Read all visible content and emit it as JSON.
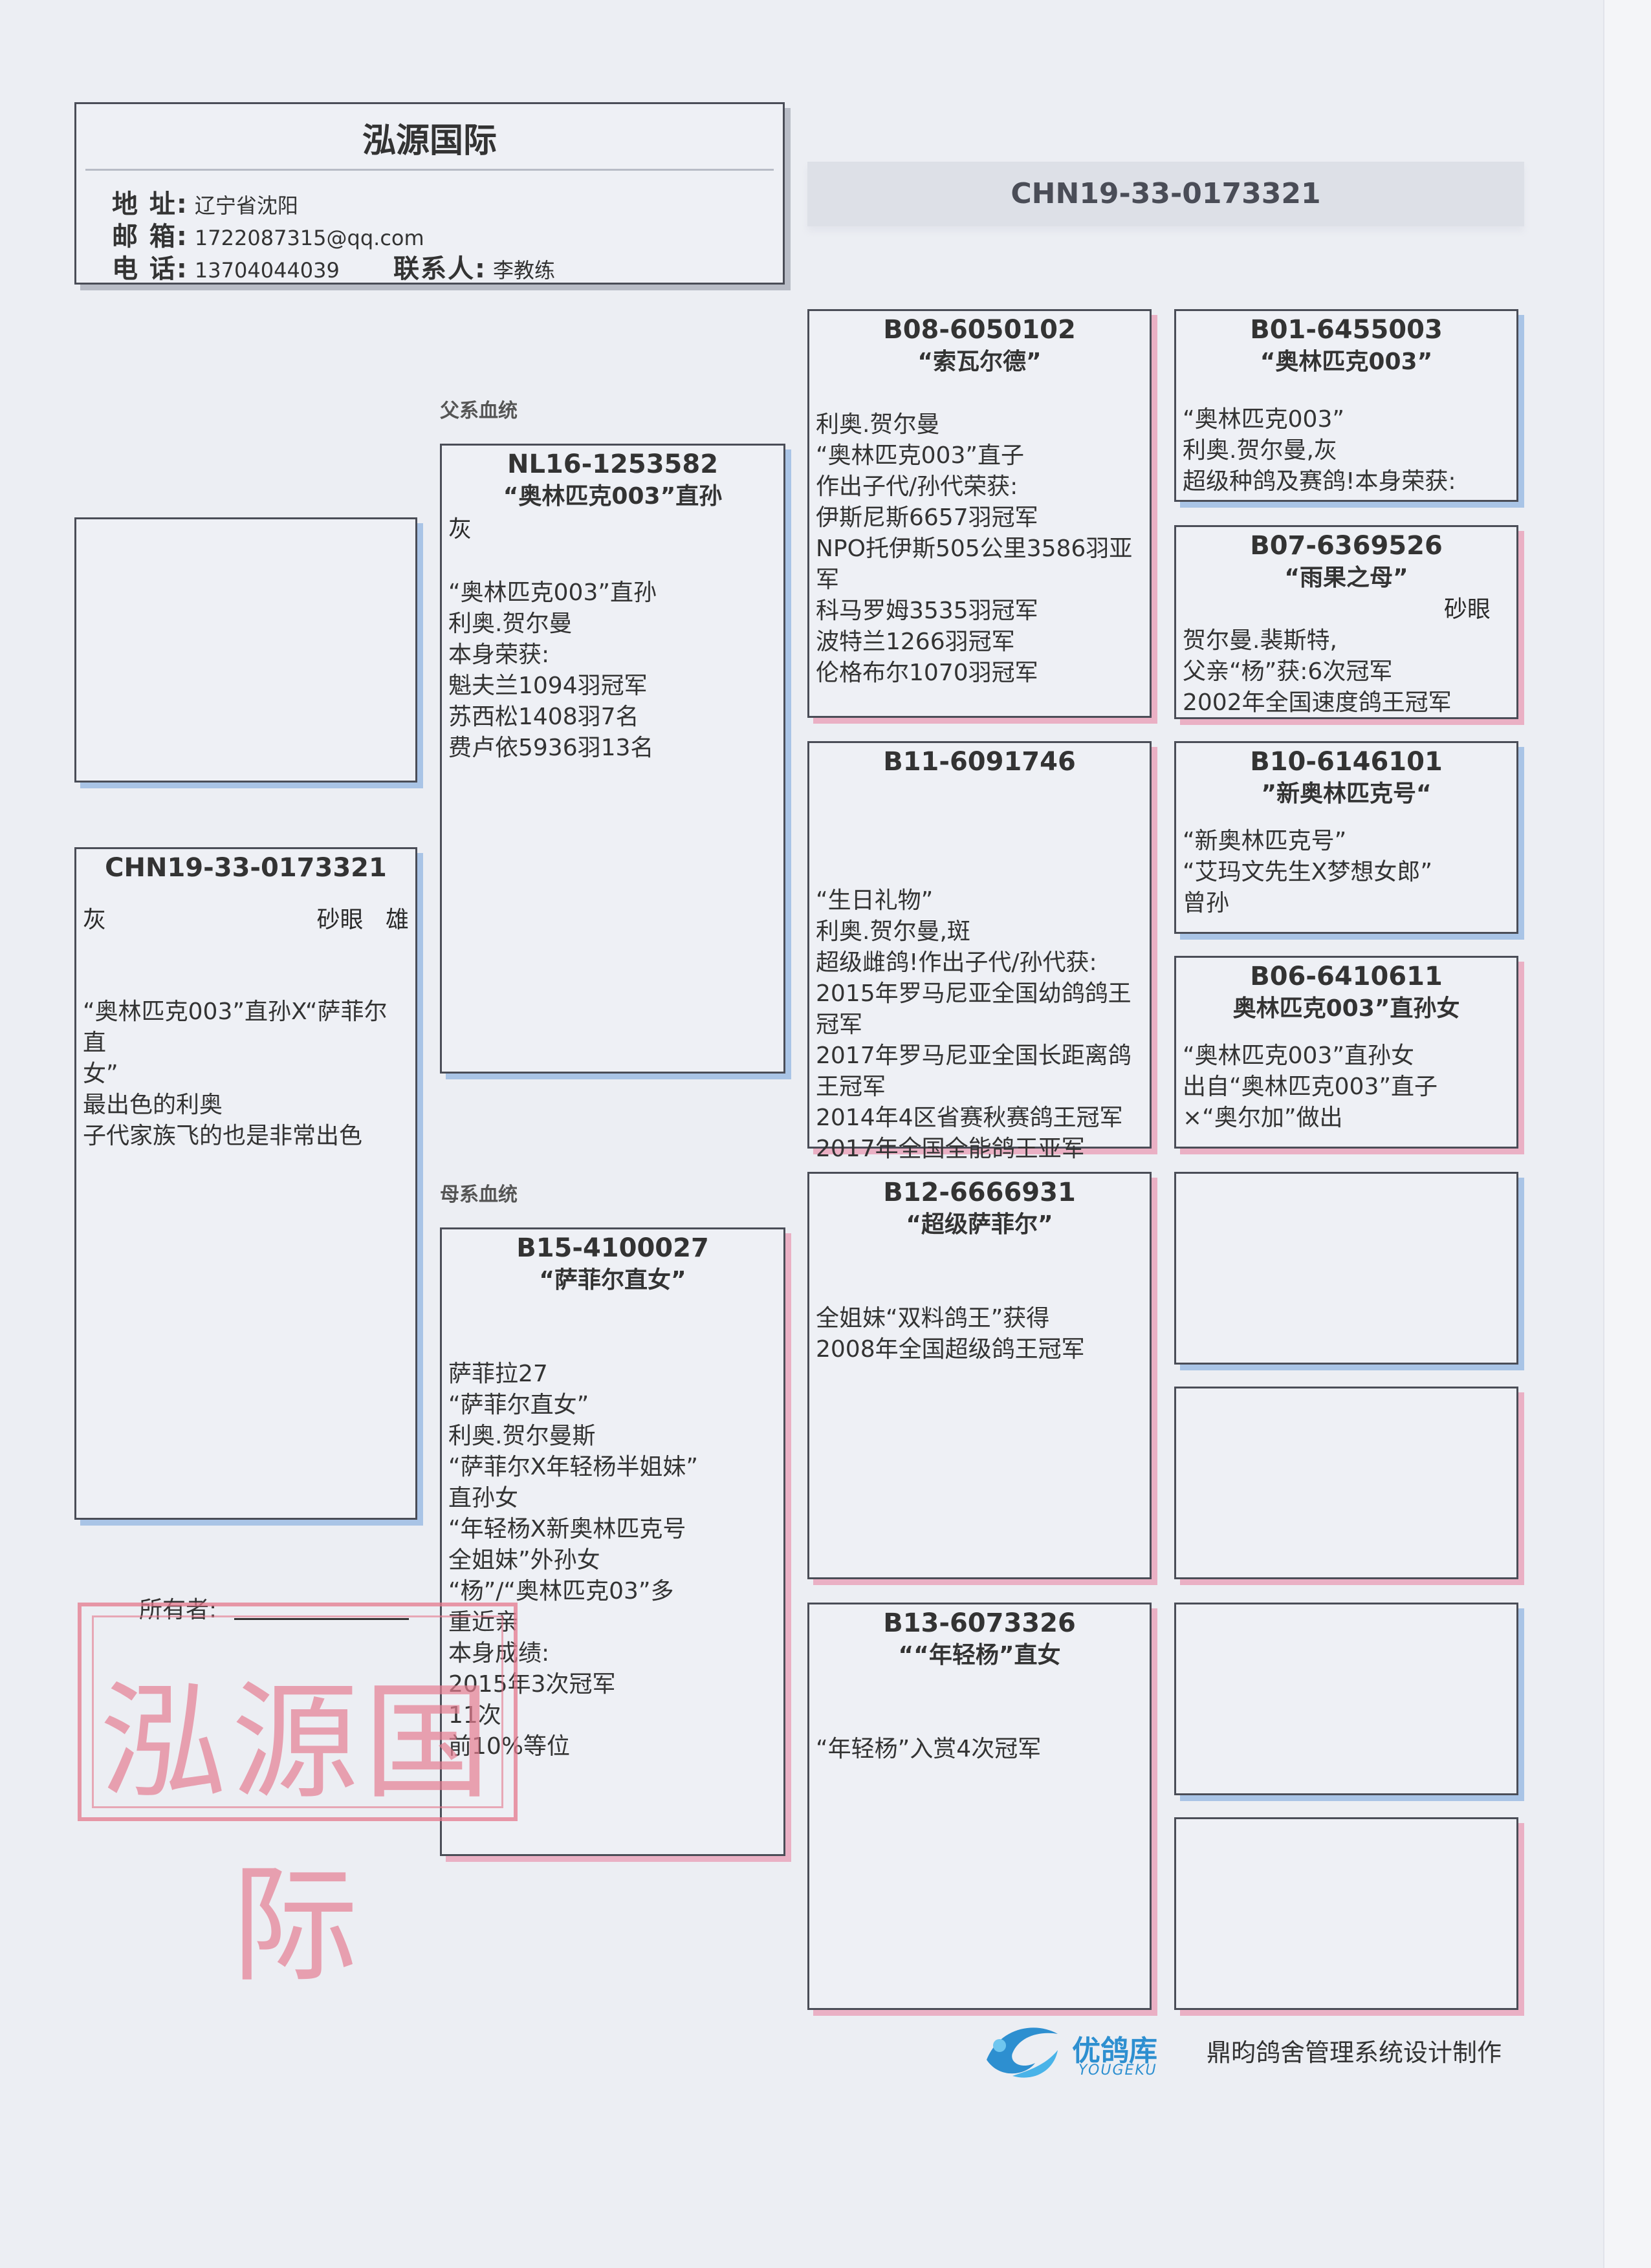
{
  "header": {
    "title": "泓源国际",
    "address_label": "地 址:",
    "address": "辽宁省沈阳",
    "email_label": "邮 箱:",
    "email": "1722087315@qq.com",
    "phone_label": "电 话:",
    "phone": "13704044039",
    "contact_label": "联系人:",
    "contact": "李教练"
  },
  "ring_banner": "CHN19-33-0173321",
  "sections": {
    "sire": "父系血统",
    "dam": "母系血统"
  },
  "main_bird": {
    "ring": "CHN19-33-0173321",
    "color": "灰",
    "eye": "砂眼",
    "sex": "雄",
    "notes": [
      "“奥林匹克003”直孙X“萨菲尔直",
      "女”",
      "最出色的利奥",
      "子代家族飞的也是非常出色"
    ]
  },
  "sire": {
    "ring": "NL16-1253582",
    "name": "“奥林匹克003”直孙",
    "color": "灰",
    "notes": [
      "“奥林匹克003”直孙",
      "利奥.贺尔曼",
      "本身荣获:",
      "魁夫兰1094羽冠军",
      "苏西松1408羽7名",
      "费卢依5936羽13名"
    ]
  },
  "dam": {
    "ring": "B15-4100027",
    "name": "“萨菲尔直女”",
    "notes": [
      "萨菲拉27",
      "“萨菲尔直女”",
      "利奥.贺尔曼斯",
      "“萨菲尔X年轻杨半姐妹”",
      "直孙女",
      "“年轻杨X新奥林匹克号",
      "全姐妹”外孙女",
      "“杨”/“奥林匹克03”多",
      "重近亲",
      "本身成绩:",
      "2015年3次冠军",
      "11次",
      "前10%等位"
    ]
  },
  "ss": {
    "ring": "B08-6050102",
    "name": "“索瓦尔德”",
    "notes": [
      "利奥.贺尔曼",
      "“奥林匹克003”直子",
      "作出子代/孙代荣获:",
      "伊斯尼斯6657羽冠军",
      "NPO托伊斯505公里3586羽亚",
      "军",
      "科马罗姆3535羽冠军",
      "波特兰1266羽冠军",
      "伦格布尔1070羽冠军"
    ]
  },
  "sd": {
    "ring": "B11-6091746",
    "notes": [
      "“生日礼物”",
      "利奥.贺尔曼,斑",
      "超级雌鸽!作出子代/孙代获:",
      "2015年罗马尼亚全国幼鸽鸽王",
      "冠军",
      "2017年罗马尼亚全国长距离鸽",
      "王冠军",
      "2014年4区省赛秋赛鸽王冠军",
      "2017年全国全能鸽王亚军"
    ]
  },
  "ds": {
    "ring": "B12-6666931",
    "name": "“超级萨菲尔”",
    "notes": [
      "全姐妹“双料鸽王”获得",
      "2008年全国超级鸽王冠军"
    ]
  },
  "dd": {
    "ring": "B13-6073326",
    "name": "““年轻杨”直女",
    "notes": [
      "“年轻杨”入赏4次冠军"
    ]
  },
  "sss": {
    "ring": "B01-6455003",
    "name": "“奥林匹克003”",
    "notes": [
      "“奥林匹克003”",
      "利奥.贺尔曼,灰",
      "超级种鸽及赛鸽!本身荣获:"
    ]
  },
  "ssd": {
    "ring": "B07-6369526",
    "name": "“雨果之母”",
    "eye": "砂眼",
    "notes": [
      "贺尔曼.裴斯特,",
      "父亲“杨”获:6次冠军",
      "2002年全国速度鸽王冠军"
    ]
  },
  "sds": {
    "ring": "B10-6146101",
    "name": "”新奥林匹克号“",
    "notes": [
      "“新奥林匹克号”",
      "“艾玛文先生X梦想女郎”",
      "曾孙"
    ]
  },
  "sdd": {
    "ring": "B06-6410611",
    "name": "奥林匹克003”直孙女",
    "notes": [
      "“奥林匹克003”直孙女",
      "出自“奥林匹克003”直子",
      "×“奥尔加”做出"
    ]
  },
  "owner_label": "所有者:",
  "stamp_text": "泓源国际",
  "footer": {
    "logo_cn": "优鸽库",
    "logo_en": "YOUGEKU",
    "credit": "鼎昀鸽舍管理系统设计制作"
  }
}
